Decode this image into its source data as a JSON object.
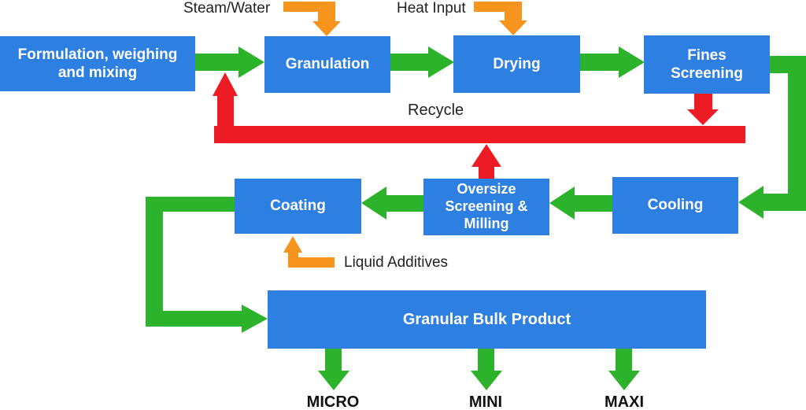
{
  "diagram": {
    "type": "process-flow",
    "colors": {
      "box_blue": "#2E7FE2",
      "arrow_green": "#2DB32B",
      "arrow_red": "#ED1C24",
      "arrow_orange": "#F7941D",
      "box_text": "#FFFFFF",
      "label_text": "#231F20"
    },
    "boxes": {
      "formulation": {
        "label": "Formulation, weighing\nand mixing"
      },
      "granulation": {
        "label": "Granulation"
      },
      "drying": {
        "label": "Drying"
      },
      "fines_screening": {
        "label": "Fines\nScreening"
      },
      "cooling": {
        "label": "Cooling"
      },
      "oversize": {
        "label": "Oversize\nScreening &\nMilling"
      },
      "coating": {
        "label": "Coating"
      },
      "bulk_product": {
        "label": "Granular Bulk Product"
      }
    },
    "annotations": {
      "steam_water": "Steam/Water",
      "heat_input": "Heat Input",
      "recycle": "Recycle",
      "liquid_additives": "Liquid Additives"
    },
    "products": {
      "micro": "MICRO",
      "mini": "MINI",
      "maxi": "MAXI"
    }
  }
}
